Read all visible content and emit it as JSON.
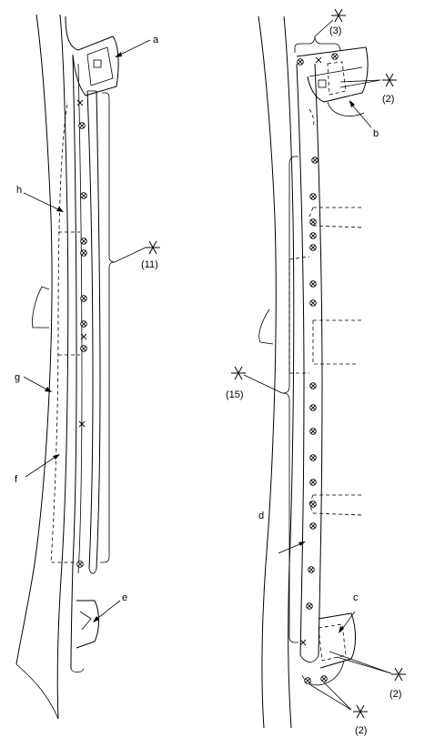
{
  "labels": {
    "a": "a",
    "b": "b",
    "c": "c",
    "d": "d",
    "e": "e",
    "f": "f",
    "g": "g",
    "h": "h"
  },
  "counts": {
    "left_group": "(11)",
    "right_top": "(3)",
    "right_top_pair": "(2)",
    "right_middle": "(15)",
    "right_bottom_pair": "(2)",
    "right_bottom": "(2)"
  },
  "icons": {
    "weld_spot": "circle-cross-icon",
    "weld_mark": "x-mark-icon",
    "callout": "asterisk-star-icon"
  }
}
